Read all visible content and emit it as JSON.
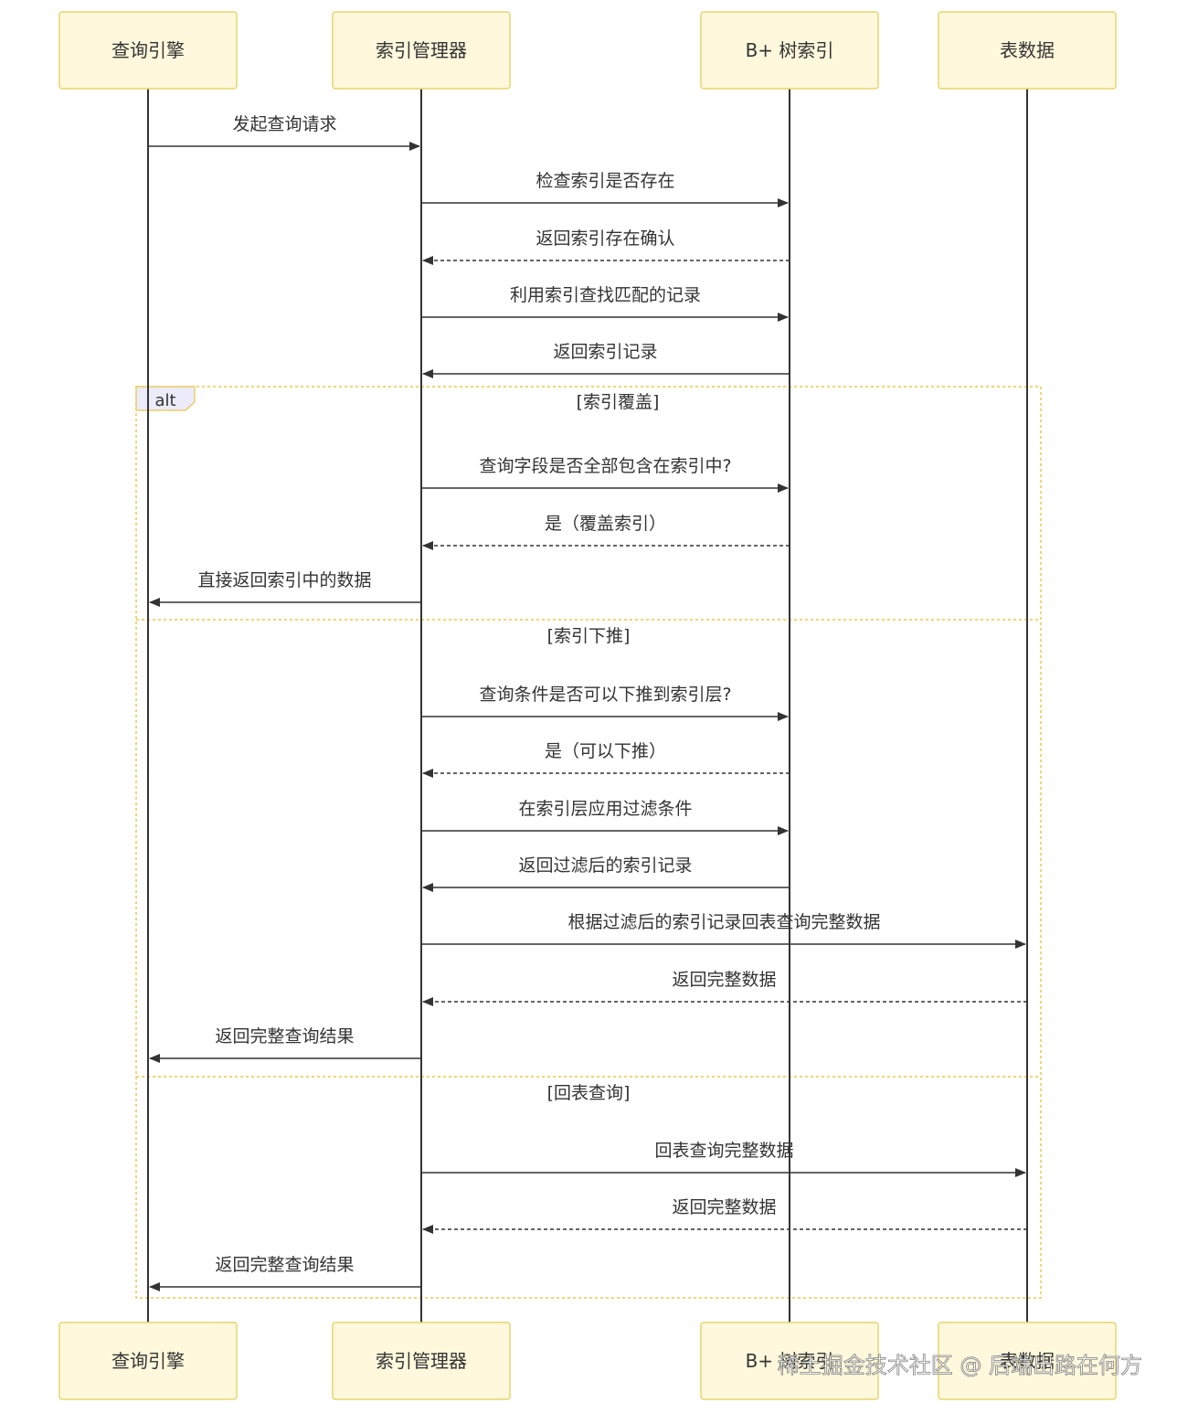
{
  "participants": [
    {
      "id": "qe",
      "name": "查询引擎"
    },
    {
      "id": "im",
      "name": "索引管理器"
    },
    {
      "id": "bt",
      "name": "B+ 树索引"
    },
    {
      "id": "td",
      "name": "表数据"
    }
  ],
  "messages": [
    {
      "from": "qe",
      "to": "im",
      "text": "发起查询请求",
      "style": "solid"
    },
    {
      "from": "im",
      "to": "bt",
      "text": "检查索引是否存在",
      "style": "solid"
    },
    {
      "from": "bt",
      "to": "im",
      "text": "返回索引存在确认",
      "style": "dashed"
    },
    {
      "from": "im",
      "to": "bt",
      "text": "利用索引查找匹配的记录",
      "style": "solid"
    },
    {
      "from": "bt",
      "to": "im",
      "text": "返回索引记录",
      "style": "solid"
    },
    {
      "from": "im",
      "to": "bt",
      "text": "查询字段是否全部包含在索引中?",
      "style": "solid"
    },
    {
      "from": "bt",
      "to": "im",
      "text": "是（覆盖索引）",
      "style": "dashed"
    },
    {
      "from": "im",
      "to": "qe",
      "text": "直接返回索引中的数据",
      "style": "solid"
    },
    {
      "from": "im",
      "to": "bt",
      "text": "查询条件是否可以下推到索引层?",
      "style": "solid"
    },
    {
      "from": "bt",
      "to": "im",
      "text": "是（可以下推）",
      "style": "dashed"
    },
    {
      "from": "im",
      "to": "bt",
      "text": "在索引层应用过滤条件",
      "style": "solid"
    },
    {
      "from": "bt",
      "to": "im",
      "text": "返回过滤后的索引记录",
      "style": "solid"
    },
    {
      "from": "im",
      "to": "td",
      "text": "根据过滤后的索引记录回表查询完整数据",
      "style": "solid"
    },
    {
      "from": "td",
      "to": "im",
      "text": "返回完整数据",
      "style": "dashed"
    },
    {
      "from": "im",
      "to": "qe",
      "text": "返回完整查询结果",
      "style": "solid"
    },
    {
      "from": "im",
      "to": "td",
      "text": "回表查询完整数据",
      "style": "solid"
    },
    {
      "from": "td",
      "to": "im",
      "text": "返回完整数据",
      "style": "dashed"
    },
    {
      "from": "im",
      "to": "qe",
      "text": "返回完整查询结果",
      "style": "solid"
    }
  ],
  "alt": {
    "label": "alt",
    "conditions": [
      "[索引覆盖]",
      "[索引下推]",
      "[回表查询]"
    ]
  },
  "watermark": "稀土掘金技术社区 @ 后端出路在何方"
}
